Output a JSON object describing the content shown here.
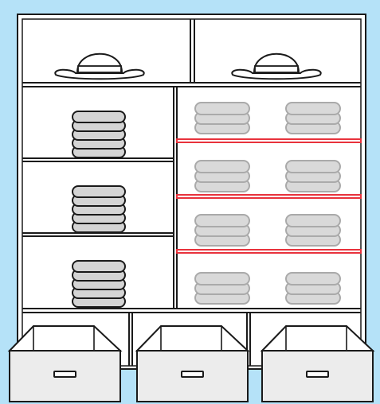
{
  "colors": {
    "background": "#b5e2f8",
    "cabinet": "#ffffff",
    "outline": "#1a1a1a",
    "folded_dark_fill": "#d4d4d4",
    "folded_light_fill": "#d9d9d9",
    "folded_light_stroke": "#aaaaaa",
    "highlight_shelf": "#e8323c",
    "drawer_front": "#ececec"
  },
  "wardrobe": {
    "top_compartments": [
      {
        "item": "hat-icon"
      },
      {
        "item": "hat-icon"
      }
    ],
    "left_shelves": [
      {
        "item": "folded-clothes-stack",
        "count": 5
      },
      {
        "item": "folded-clothes-stack",
        "count": 5
      },
      {
        "item": "folded-clothes-stack",
        "count": 5
      }
    ],
    "right_shelves": [
      {
        "stacks": 2,
        "count_each": 3,
        "highlighted_shelf_below": true
      },
      {
        "stacks": 2,
        "count_each": 3,
        "highlighted_shelf_below": true
      },
      {
        "stacks": 2,
        "count_each": 3,
        "highlighted_shelf_below": true
      },
      {
        "stacks": 2,
        "count_each": 3,
        "highlighted_shelf_below": false
      }
    ],
    "drawers": [
      {
        "state": "open",
        "handle": "drawer-handle-icon"
      },
      {
        "state": "open",
        "handle": "drawer-handle-icon"
      },
      {
        "state": "open",
        "handle": "drawer-handle-icon"
      }
    ]
  }
}
